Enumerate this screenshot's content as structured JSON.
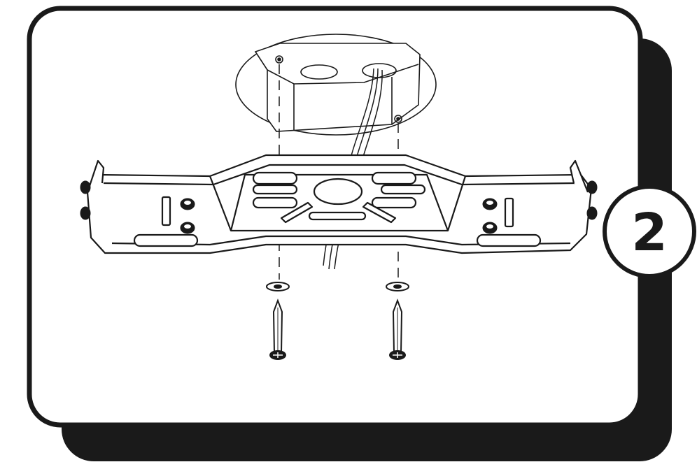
{
  "step": {
    "number": "2"
  },
  "colors": {
    "ink": "#1a1a1a",
    "paper": "#ffffff",
    "shadow": "#1a1a1a"
  },
  "parts": [
    "ceiling-junction-box",
    "supply-wires",
    "mounting-bracket",
    "washer-left",
    "washer-right",
    "screw-left",
    "screw-right"
  ]
}
